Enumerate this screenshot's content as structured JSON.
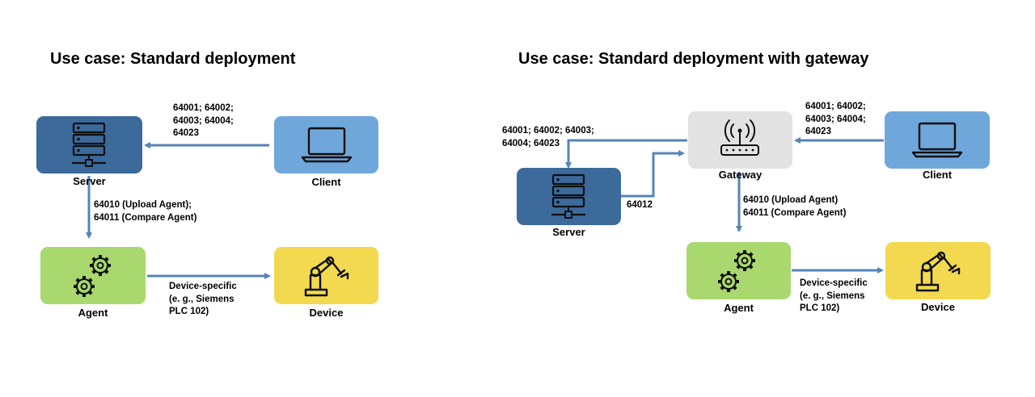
{
  "left": {
    "title": "Use case: Standard deployment",
    "nodes": {
      "server": "Server",
      "client": "Client",
      "agent": "Agent",
      "device": "Device"
    },
    "ports": {
      "client_server": [
        "64001; 64002;",
        "64003; 64004;",
        "64023"
      ],
      "server_agent": [
        "64010 (Upload Agent);",
        "64011 (Compare Agent)"
      ],
      "agent_device": [
        "Device-specific",
        "(e. g., Siemens",
        "PLC 102)"
      ]
    }
  },
  "right": {
    "title": "Use case: Standard deployment with gateway",
    "nodes": {
      "server": "Server",
      "gateway": "Gateway",
      "client": "Client",
      "agent": "Agent",
      "device": "Device"
    },
    "ports": {
      "gateway_server": [
        "64001; 64002; 64003;",
        "64004; 64023"
      ],
      "client_gateway": [
        "64001; 64002;",
        "64003; 64004;",
        "64023"
      ],
      "server_gateway": [
        "64012"
      ],
      "gateway_agent": [
        "64010 (Upload Agent)",
        "64011 (Compare Agent)"
      ],
      "agent_device": [
        "Device-specific",
        "(e. g., Siemens",
        "PLC 102)"
      ]
    }
  },
  "colors": {
    "server": "#3b6a9b",
    "client": "#6fa7da",
    "agent": "#a9d86e",
    "device": "#f2d94f",
    "gateway": "#e2e2e2",
    "arrow": "#5584b7"
  },
  "icons": [
    "server-rack-icon",
    "laptop-icon",
    "gears-icon",
    "robot-arm-icon",
    "wifi-router-icon"
  ]
}
